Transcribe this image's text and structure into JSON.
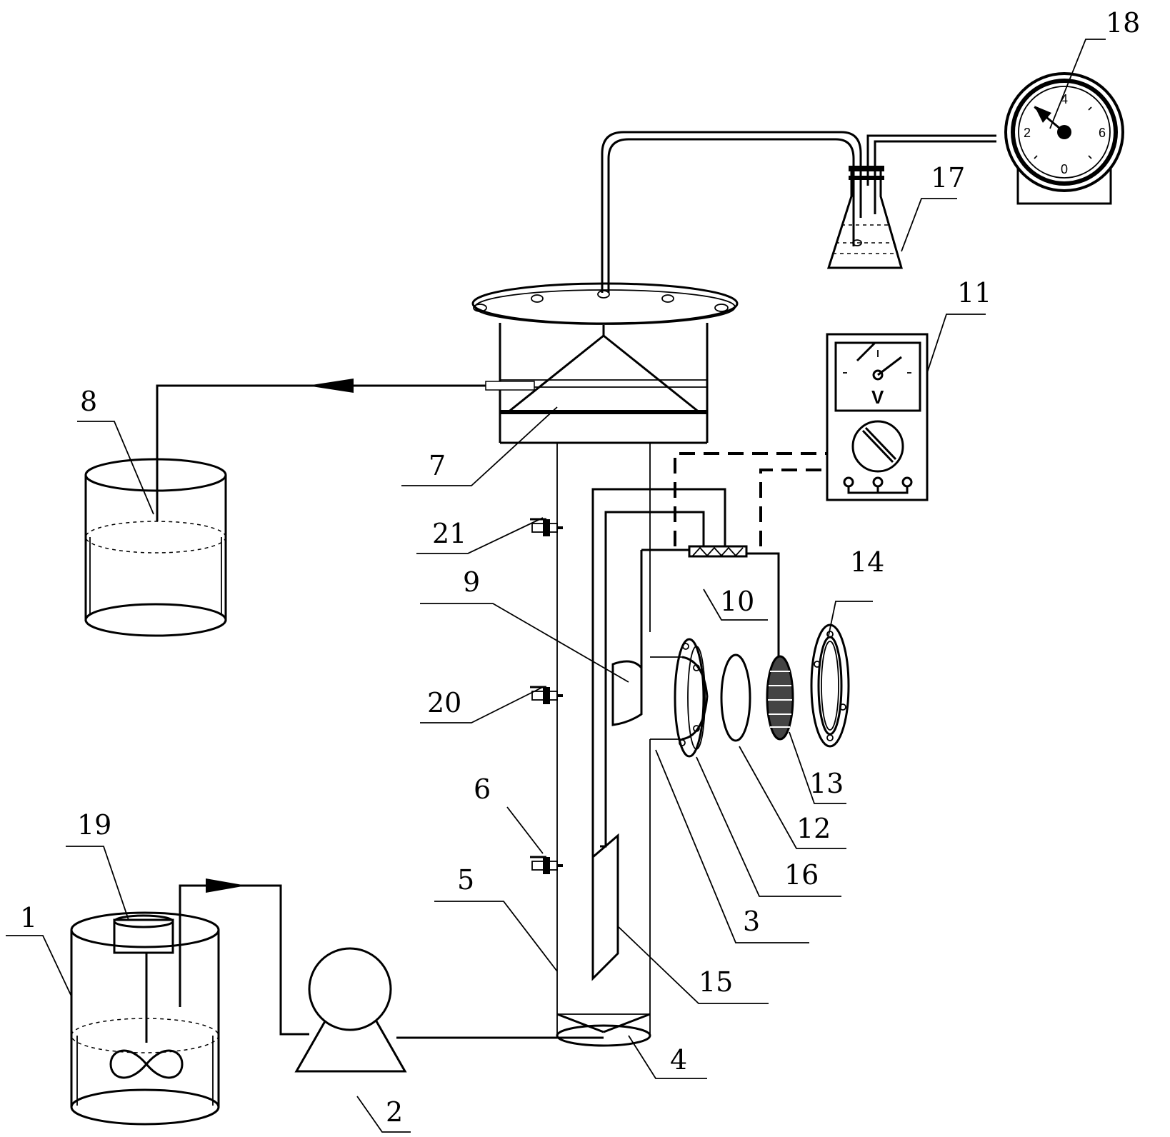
{
  "labels": {
    "l1": "1",
    "l2": "2",
    "l3": "3",
    "l4": "4",
    "l5": "5",
    "l6": "6",
    "l7": "7",
    "l8": "8",
    "l9": "9",
    "l10": "10",
    "l11": "11",
    "l12": "12",
    "l13": "13",
    "l14": "14",
    "l15": "15",
    "l16": "16",
    "l17": "17",
    "l18": "18",
    "l19": "19",
    "l20": "20",
    "l21": "21"
  },
  "gas_meter": {
    "ticks": [
      "4",
      "2",
      "6",
      "0"
    ]
  },
  "voltmeter": {
    "unit": "V"
  }
}
